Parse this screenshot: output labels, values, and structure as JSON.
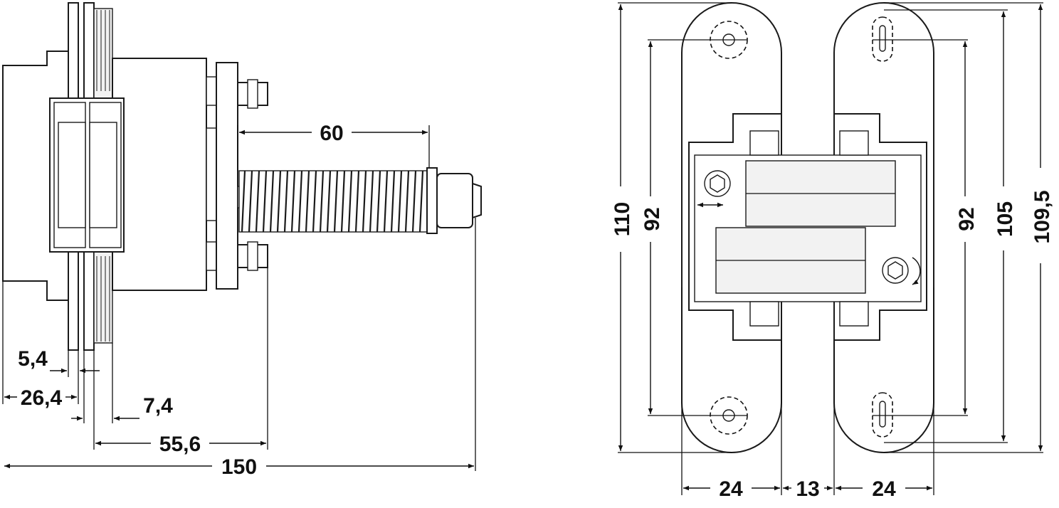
{
  "side_view": {
    "dimensions": {
      "spring_length": "60",
      "plate_thickness": "5,4",
      "body_depth": "26,4",
      "mount_offset": "7,4",
      "body_length": "55,6",
      "overall_length": "150"
    }
  },
  "front_view": {
    "dimensions": {
      "overall_height_left": "110",
      "hole_spacing_left": "92",
      "hole_spacing_right": "92",
      "body_height_right": "105",
      "overall_height_right": "109,5",
      "leaf_width_left": "24",
      "gap_width": "13",
      "leaf_width_right": "24"
    },
    "symbols": {
      "adjust_left": "double-arrow-icon",
      "adjust_right": "rotate-arrow-icon",
      "hex_screw": "hex-socket-icon"
    }
  }
}
